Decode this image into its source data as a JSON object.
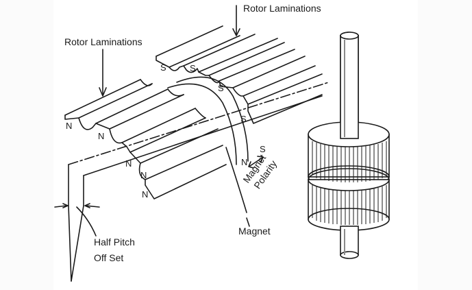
{
  "labels": {
    "rotor_laminations_top": "Rotor Laminations",
    "rotor_laminations_left": "Rotor Laminations",
    "magnet": "Magnet",
    "magnet_polarity_line1": "Magnet",
    "magnet_polarity_line2": "Polarity",
    "half_pitch_line1": "Half Pitch",
    "half_pitch_line2": "Off Set"
  },
  "poles": {
    "north": "N",
    "south": "S"
  },
  "colors": {
    "ink": "#1a1a1a",
    "background": "#ffffff",
    "panel_edge": "#f2f2f2"
  }
}
